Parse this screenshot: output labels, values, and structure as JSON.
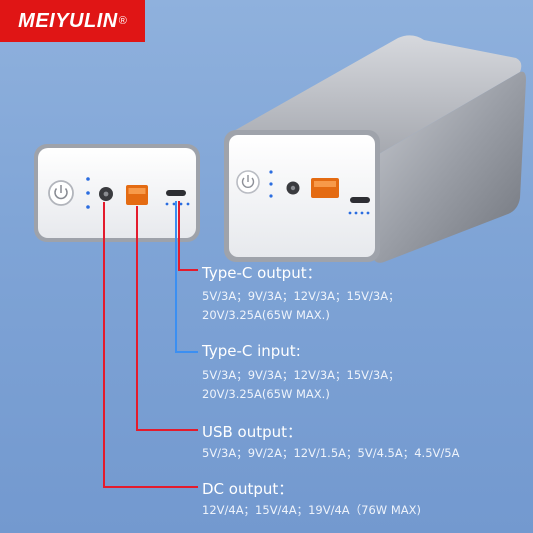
{
  "brand": {
    "name": "MEIYULIN",
    "reg_mark": "®",
    "color": "#e01515"
  },
  "callouts": [
    {
      "title": "Type-C output：",
      "lines": [
        "5V/3A；9V/3A；12V/3A；15V/3A；",
        "20V/3.25A(65W MAX.)"
      ],
      "line_color": "#e41b2c"
    },
    {
      "title": "Type-C input:",
      "lines": [
        "5V/3A；9V/3A；12V/3A；15V/3A；",
        "20V/3.25A(65W MAX.)"
      ],
      "line_color": "#3b8ff2"
    },
    {
      "title": "USB output：",
      "lines": [
        "5V/3A；9V/2A；12V/1.5A；5V/4.5A；4.5V/5A"
      ],
      "line_color": "#e41b2c"
    },
    {
      "title": "DC output：",
      "lines": [
        "12V/4A；15V/4A；19V/4A（76W MAX)"
      ],
      "line_color": "#e41b2c"
    }
  ],
  "colors": {
    "background_top": "#8fb1dd",
    "background_bottom": "#7399cf",
    "panel_white": "#f5f6f8",
    "usb_port_orange": "#f07a1e",
    "led_blue": "#2b6de0",
    "shell_silver": "#b8bbc2"
  },
  "icons": [
    "power-button-icon",
    "usb-a-port",
    "usb-c-port",
    "dc-jack-port",
    "led-indicator"
  ]
}
